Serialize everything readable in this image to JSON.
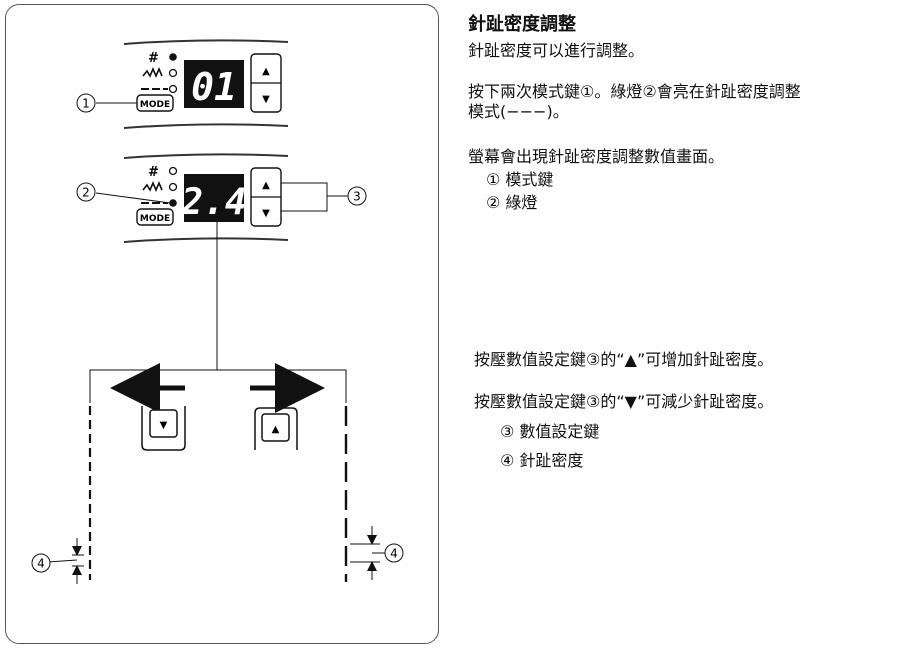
{
  "heading": "針趾密度調整",
  "subtitle": "針趾密度可以進行調整。",
  "para1_line1": "按下兩次模式鍵①。綠燈②會亮在針趾密度調整",
  "para1_line2": "模式(−−−)。",
  "para2": "螢幕會出現針趾密度調整數值畫面。",
  "legend_top": [
    "① 模式鍵",
    "② 綠燈"
  ],
  "para3": "按壓數值設定鍵③的“▲”可增加針趾密度。",
  "para4": "按壓數值設定鍵③的“▼”可減少針趾密度。",
  "legend_bottom": [
    "③ 數值設定鍵",
    "④ 針趾密度"
  ],
  "diagram": {
    "panel1": {
      "display": "01",
      "mode_label": "MODE",
      "up": "▲",
      "down": "▼",
      "symbol_pattern": "#",
      "symbol_stitch": "⩘",
      "symbol_dashes": "−−−"
    },
    "panel2": {
      "display": "2.4",
      "mode_label": "MODE",
      "up": "▲",
      "down": "▼",
      "symbol_pattern": "#",
      "symbol_stitch": "⩘",
      "symbol_dashes": "−−−"
    },
    "callouts": {
      "c1": "1",
      "c2": "2",
      "c3": "3",
      "c4": "4"
    },
    "lower_buttons": {
      "left": "▼",
      "right": "▲"
    }
  }
}
